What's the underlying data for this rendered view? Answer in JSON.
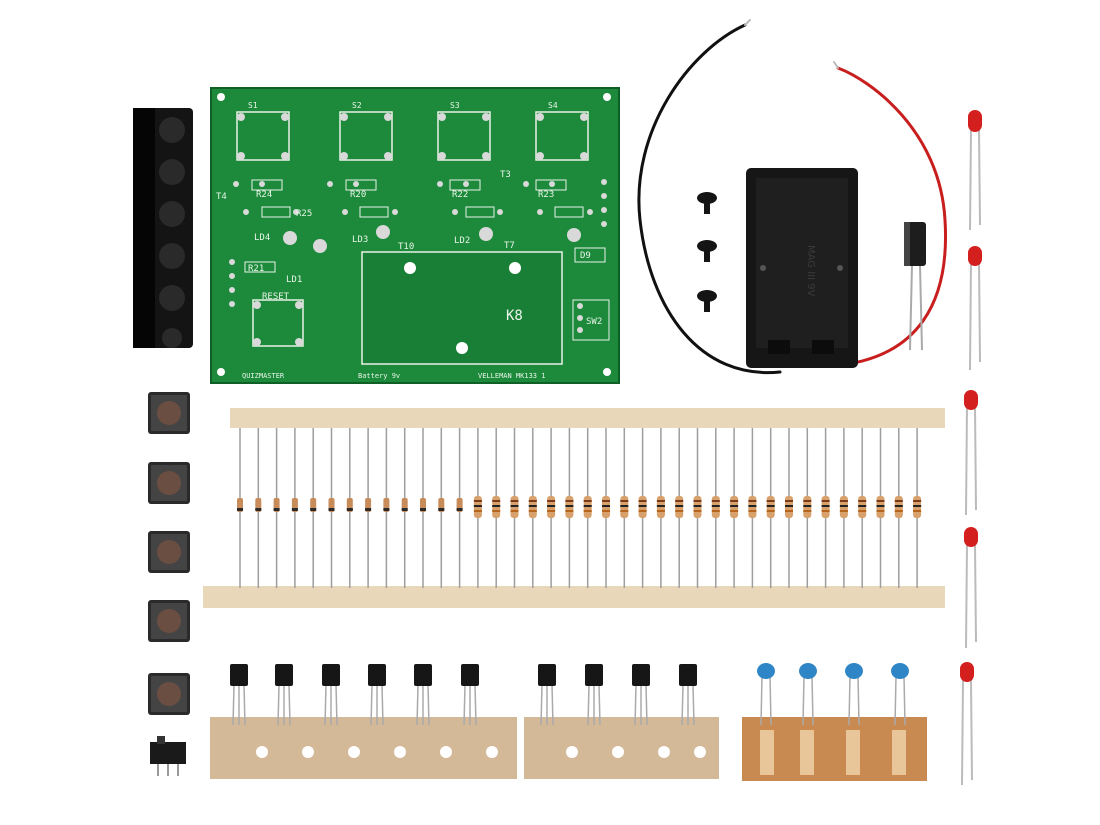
{
  "scene": {
    "description_tags": [
      "electronics-kit",
      "product-photo"
    ],
    "colors": {
      "background": "#ffffff",
      "pcb_green": "#1c8a3a",
      "pcb_dark": "#137030",
      "pad_silver": "#d9d9d9",
      "tape_beige": "#e8d7b8",
      "resistor_body": "#d8a06a",
      "led_red": "#d41f1f",
      "capacitor_blue": "#2f86c6",
      "wire_red": "#c81e1e",
      "wire_black": "#111111"
    }
  },
  "pcb": {
    "footer_left": "QUIZMASTER",
    "footer_mid": "Battery 9v",
    "footer_right": "VELLEMAN MK133 1",
    "labels": [
      "R24",
      "R20",
      "R22",
      "R23",
      "LD4",
      "LD1",
      "LD3",
      "LD2",
      "T10",
      "T7",
      "T3",
      "T4",
      "R21",
      "R25",
      "RESET",
      "D9",
      "SW2",
      "S1",
      "S2",
      "S3",
      "S4"
    ],
    "logo_mark": "K8"
  },
  "battery_holder": {
    "embossed_text": "MAG III 9V"
  }
}
